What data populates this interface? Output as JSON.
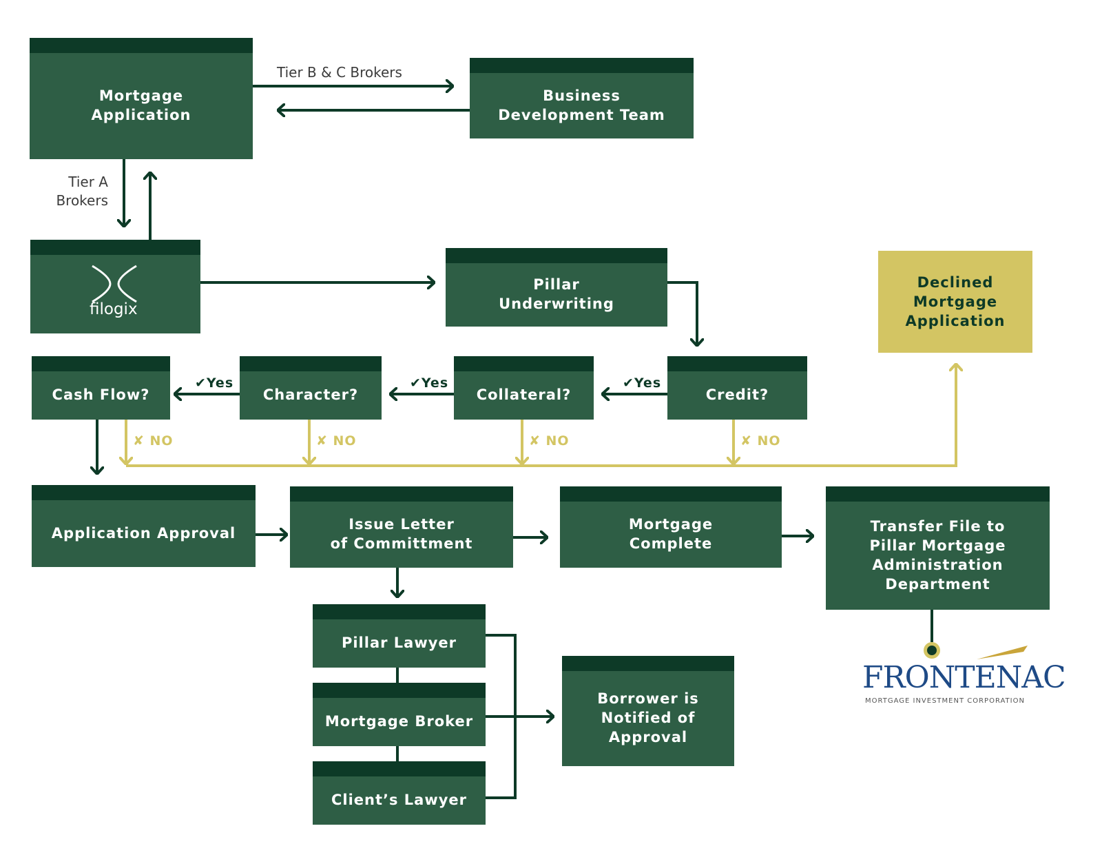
{
  "colors": {
    "box": "#2e5e45",
    "box_header": "#0d3a27",
    "declined": "#d3c563",
    "arrow_dark": "#0d3a27",
    "arrow_gold": "#d3c563",
    "frontenac_blue": "#1e4a86"
  },
  "nodes": {
    "mortgage_application": "Mortgage\nApplication",
    "business_development": "Business\nDevelopment Team",
    "filogix": "filogix",
    "pillar_underwriting": "Pillar\nUnderwriting",
    "declined": "Declined\nMortgage\nApplication",
    "cash_flow": "Cash Flow?",
    "character": "Character?",
    "collateral": "Collateral?",
    "credit": "Credit?",
    "application_approval": "Application Approval",
    "issue_letter": "Issue Letter\nof Committment",
    "mortgage_complete": "Mortgage\nComplete",
    "transfer_file": "Transfer File to\nPillar Mortgage\nAdministration\nDepartment",
    "pillar_lawyer": "Pillar Lawyer",
    "mortgage_broker": "Mortgage Broker",
    "clients_lawyer": "Client’s Lawyer",
    "borrower_notified": "Borrower is\nNotified of\nApproval"
  },
  "edge_labels": {
    "tier_bc": "Tier B & C Brokers",
    "tier_a": "Tier A\nBrokers",
    "yes": "✔Yes",
    "no": "✘ NO"
  },
  "logo": {
    "name": "FRONTENAC",
    "tagline": "MORTGAGE INVESTMENT CORPORATION"
  }
}
